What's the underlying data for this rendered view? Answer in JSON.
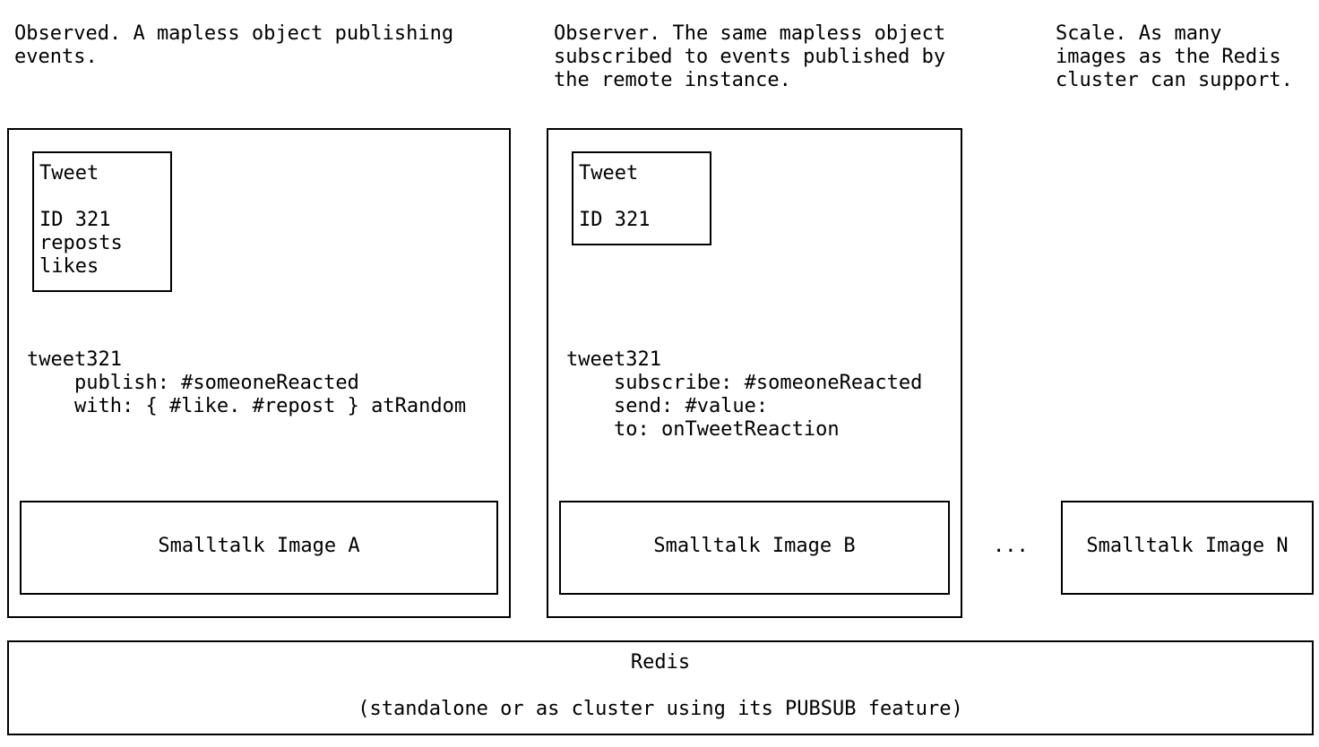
{
  "captions": {
    "observed": "Observed. A mapless object publishing\nevents.",
    "observer": "Observer. The same mapless object\nsubscribed to events published by\nthe remote instance.",
    "scale": "Scale. As many\nimages as the Redis\ncluster can support."
  },
  "image_a": {
    "tweet_title": "Tweet",
    "tweet_fields": "ID 321\nreposts\nlikes",
    "code": "tweet321\n    publish: #someoneReacted\n    with: { #like. #repost } atRandom",
    "label": "Smalltalk Image A"
  },
  "image_b": {
    "tweet_title": "Tweet",
    "tweet_fields": "ID 321",
    "code": "tweet321\n    subscribe: #someoneReacted\n    send: #value:\n    to: onTweetReaction",
    "label": "Smalltalk Image B"
  },
  "ellipsis": "...",
  "image_n": {
    "label": "Smalltalk Image N"
  },
  "redis": {
    "title": "Redis",
    "subtitle": "(standalone or as cluster using its PUBSUB feature)"
  }
}
